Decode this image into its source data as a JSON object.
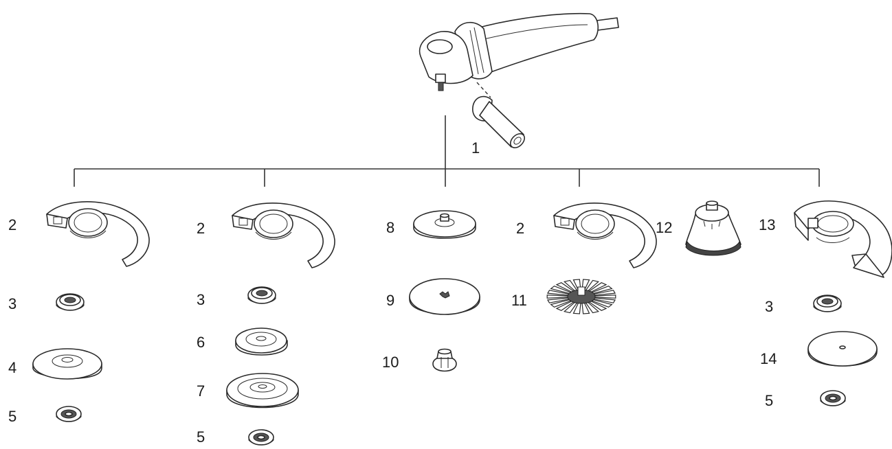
{
  "labels": {
    "grinder": "1",
    "col1_guard": "2",
    "col1_inner_flange": "3",
    "col1_disc": "4",
    "col1_nut": "5",
    "col2_guard": "2",
    "col2_inner_flange": "3",
    "col2_disc_small": "6",
    "col2_disc_large": "7",
    "col2_nut": "5",
    "col3_pad": "8",
    "col3_disc": "9",
    "col3_nut": "10",
    "col4_guard": "2",
    "col4_wire_wheel": "11",
    "col5_cup_brush": "12",
    "col6_guard": "13",
    "col6_inner_flange": "3",
    "col6_disc": "14",
    "col6_nut": "5"
  }
}
